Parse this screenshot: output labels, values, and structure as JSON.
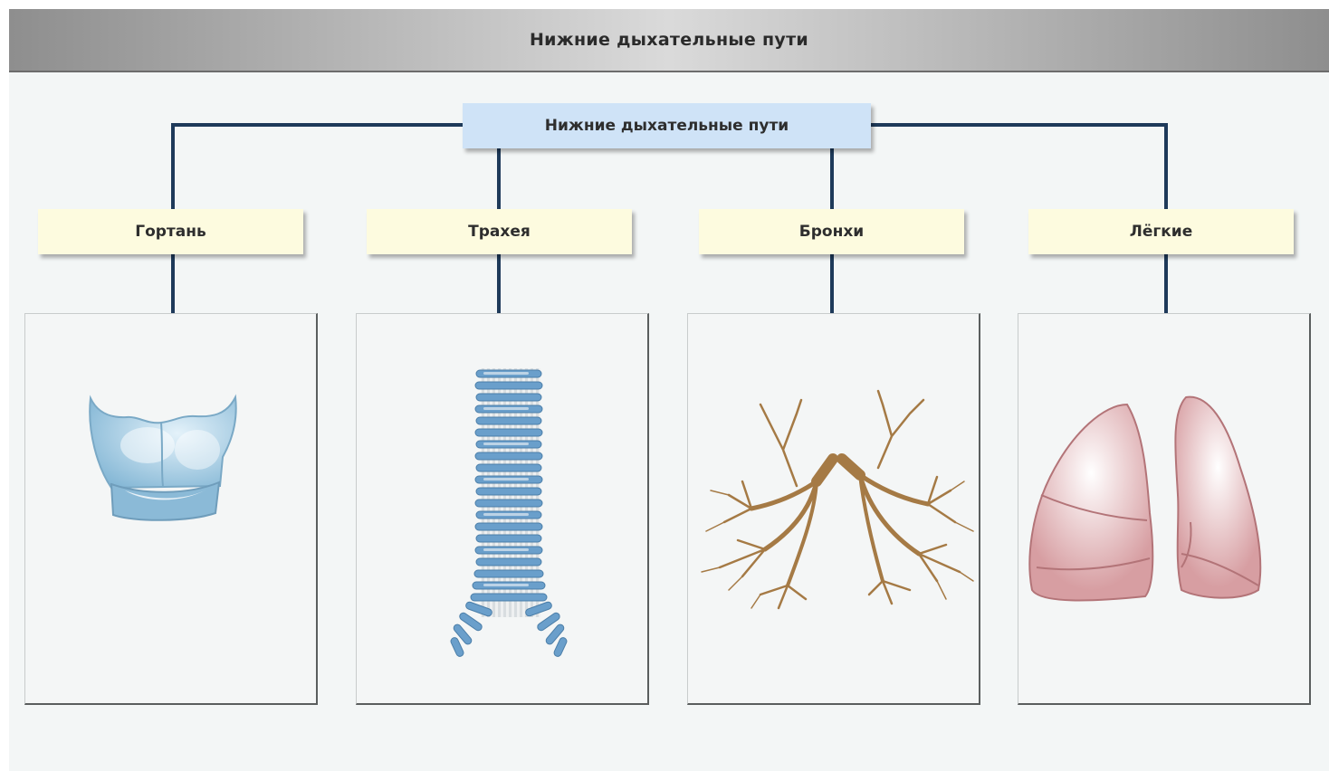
{
  "header": {
    "title": "Нижние дыхательные пути"
  },
  "diagram": {
    "root": {
      "label": "Нижние дыхательные пути"
    },
    "nodes": [
      {
        "label": "Гортань",
        "illustration": "larynx-illustration"
      },
      {
        "label": "Трахея",
        "illustration": "trachea-illustration"
      },
      {
        "label": "Бронхи",
        "illustration": "bronchi-illustration"
      },
      {
        "label": "Лёгкие",
        "illustration": "lungs-illustration"
      }
    ]
  },
  "colors": {
    "connector": "#1e3a5a",
    "root_fill": "#cfe3f7",
    "node_fill": "#fdfbdf",
    "larynx": "#8fc0da",
    "trachea": "#5e93c0",
    "bronchi": "#a57a45",
    "lungs": "#d8a0a3"
  }
}
